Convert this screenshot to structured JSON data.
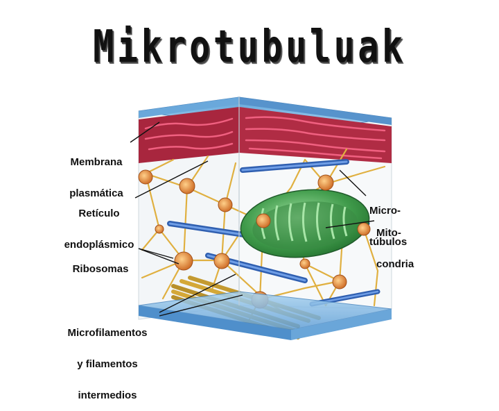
{
  "title": "Mikrotubuluak",
  "labels": {
    "membrana_l1": "Membrana",
    "membrana_l2": "plasmática",
    "reticulo_l1": "Retículo",
    "reticulo_l2": "endoplásmico",
    "ribosomas": "Ribosomas",
    "microfil_l1": "Microfilamentos",
    "microfil_l2": "y filamentos",
    "microfil_l3": "intermedios",
    "microtub_l1": "Micro-",
    "microtub_l2": "túbulos",
    "mito_l1": "Mito-",
    "mito_l2": "condria"
  },
  "colors": {
    "membrane": "#c0304a",
    "top_plate": "#8fc3e6",
    "bottom_plate": "#7cb8e3",
    "microtubule": "#3f6fc4",
    "mitochondria": "#3f9a4a",
    "filament": "#e0b040",
    "ribosome": "#e8903a"
  }
}
